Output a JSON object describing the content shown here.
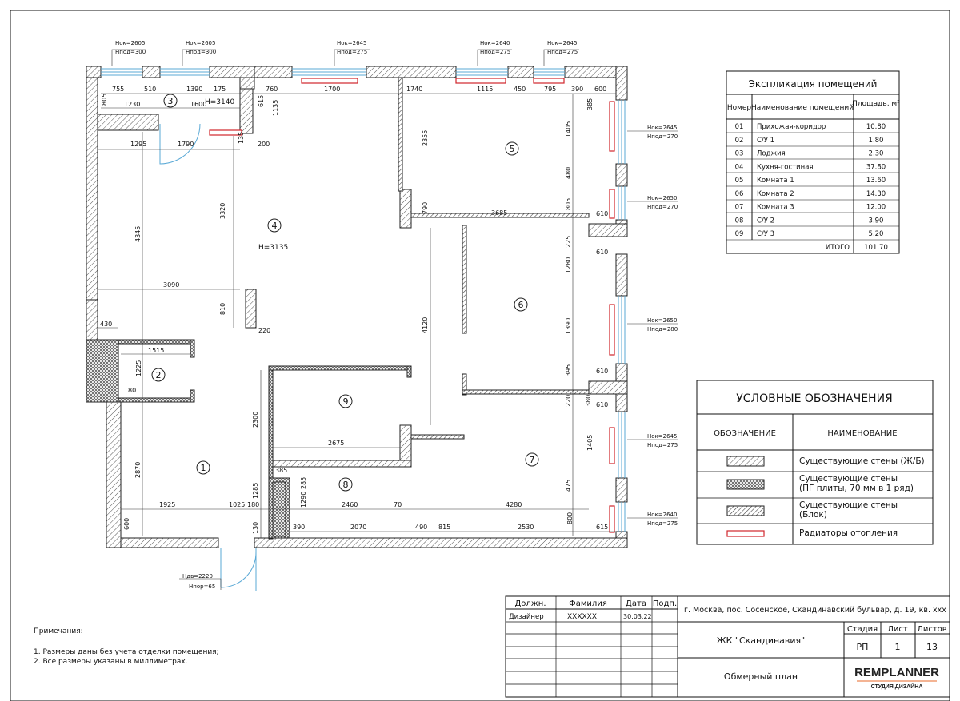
{
  "rooms": {
    "r1": "1",
    "r2": "2",
    "r3": "3",
    "r4": "4",
    "r5": "5",
    "r6": "6",
    "r7": "7",
    "r8": "8",
    "r9": "9"
  },
  "room_heights": {
    "r3": "H=3140",
    "r4": "H=3135"
  },
  "windows": [
    {
      "hok": "Hок=2605",
      "hpod": "Hпод=300"
    },
    {
      "hok": "Hок=2605",
      "hpod": "Hпод=300"
    },
    {
      "hok": "Hок=2645",
      "hpod": "Hпод=275"
    },
    {
      "hok": "Hок=2640",
      "hpod": "Hпод=275"
    },
    {
      "hok": "Hок=2645",
      "hpod": "Hпод=275"
    },
    {
      "hok": "Hок=2645",
      "hpod": "Hпод=270"
    },
    {
      "hok": "Hок=2650",
      "hpod": "Hпод=270"
    },
    {
      "hok": "Hок=2650",
      "hpod": "Hпод=280"
    },
    {
      "hok": "Hок=2645",
      "hpod": "Hпод=275"
    },
    {
      "hok": "Hок=2640",
      "hpod": "Hпод=275"
    }
  ],
  "entry_door": {
    "hdv": "Hдв=2220",
    "hpor": "Hпор=65"
  },
  "dimensions": {
    "d755": "755",
    "d510": "510",
    "d1390": "1390",
    "d175": "175",
    "d805": "805",
    "d1230": "1230",
    "d1600": "1600",
    "d760": "760",
    "d615": "615",
    "d1135": "1135",
    "d1700": "1700",
    "d1740": "1740",
    "d1115": "1115",
    "d450": "450",
    "d795": "795",
    "d390a": "390",
    "d600a": "600",
    "d385a": "385",
    "d1295": "1295",
    "d1790": "1790",
    "d135": "135",
    "d200": "200",
    "d2355": "2355",
    "d1405a": "1405",
    "d480": "480",
    "d805b": "805",
    "d3320": "3320",
    "d4345": "4345",
    "d790": "790",
    "d3685": "3685",
    "d610a": "610",
    "d225": "225",
    "d610b": "610",
    "d1280": "1280",
    "d3090": "3090",
    "d810": "810",
    "d430": "430",
    "d220a": "220",
    "d4120": "4120",
    "d1390b": "1390",
    "d1515": "1515",
    "d1225": "1225",
    "d80": "80",
    "d395": "395",
    "d610c": "610",
    "d220b": "220",
    "d380": "380",
    "d610d": "610",
    "d2300": "2300",
    "d2675": "2675",
    "d1405b": "1405",
    "d385b": "385",
    "d285": "285",
    "d2870": "2870",
    "d1285": "1285",
    "d1290": "1290",
    "d475": "475",
    "d1925": "1925",
    "d1025": "1025",
    "d180": "180",
    "d2460": "2460",
    "d70": "70",
    "d4280": "4280",
    "d800": "800",
    "d600b": "600",
    "d130": "130",
    "d390b": "390",
    "d2070": "2070",
    "d490": "490",
    "d815": "815",
    "d2530": "2530",
    "d615b": "615"
  },
  "explication": {
    "title": "Экспликация помещений",
    "headers": [
      "Номер",
      "Наименование помещений",
      "Площадь, м²"
    ],
    "rows": [
      [
        "01",
        "Прихожая-коридор",
        "10.80"
      ],
      [
        "02",
        "С/У 1",
        "1.80"
      ],
      [
        "03",
        "Лоджия",
        "2.30"
      ],
      [
        "04",
        "Кухня-гостиная",
        "37.80"
      ],
      [
        "05",
        "Комната 1",
        "13.60"
      ],
      [
        "06",
        "Комната 2",
        "14.30"
      ],
      [
        "07",
        "Комната 3",
        "12.00"
      ],
      [
        "08",
        "С/У 2",
        "3.90"
      ],
      [
        "09",
        "С/У 3",
        "5.20"
      ]
    ],
    "total_label": "ИТОГО",
    "total_value": "101.70"
  },
  "legend": {
    "title": "УСЛОВНЫЕ ОБОЗНАЧЕНИЯ",
    "col1": "ОБОЗНАЧЕНИЕ",
    "col2": "НАИМЕНОВАНИЕ",
    "items": [
      {
        "pattern": "hatch",
        "label": "Существующие стены (Ж/Б)"
      },
      {
        "pattern": "cross",
        "label": "Существующие стены (ПГ плиты, 70 мм в 1 ряд)"
      },
      {
        "pattern": "block",
        "label": "Существующие стены (Блок)"
      },
      {
        "pattern": "radiator",
        "label": "Радиаторы отопления"
      }
    ]
  },
  "notes": {
    "title": "Примечания:",
    "items": [
      "1.  Размеры даны без учета отделки помещения;",
      "2.  Все размеры указаны в миллиметрах."
    ]
  },
  "title_block": {
    "col_dolzh": "Должн.",
    "col_fam": "Фамилия",
    "col_date": "Дата",
    "col_podp": "Подп.",
    "role": "Дизайнер",
    "name": "XXXXXX",
    "date": "30.03.22",
    "address": "г. Москва, пос. Сосенское, Скандинавский бульвар, д. 19, кв. ххх",
    "project": "ЖК \"Скандинавия\"",
    "stage_label": "Стадия",
    "sheet_label": "Лист",
    "sheets_label": "Листов",
    "stage": "РП",
    "sheet": "1",
    "sheets": "13",
    "drawing_title": "Обмерный план",
    "logo_top": "REMPLANNER",
    "logo_bottom": "СТУДИЯ ДИЗАЙНА"
  },
  "colors": {
    "radiator": "#d0252b",
    "window": "#5aa9d6",
    "logo_accent": "#e8682a"
  }
}
